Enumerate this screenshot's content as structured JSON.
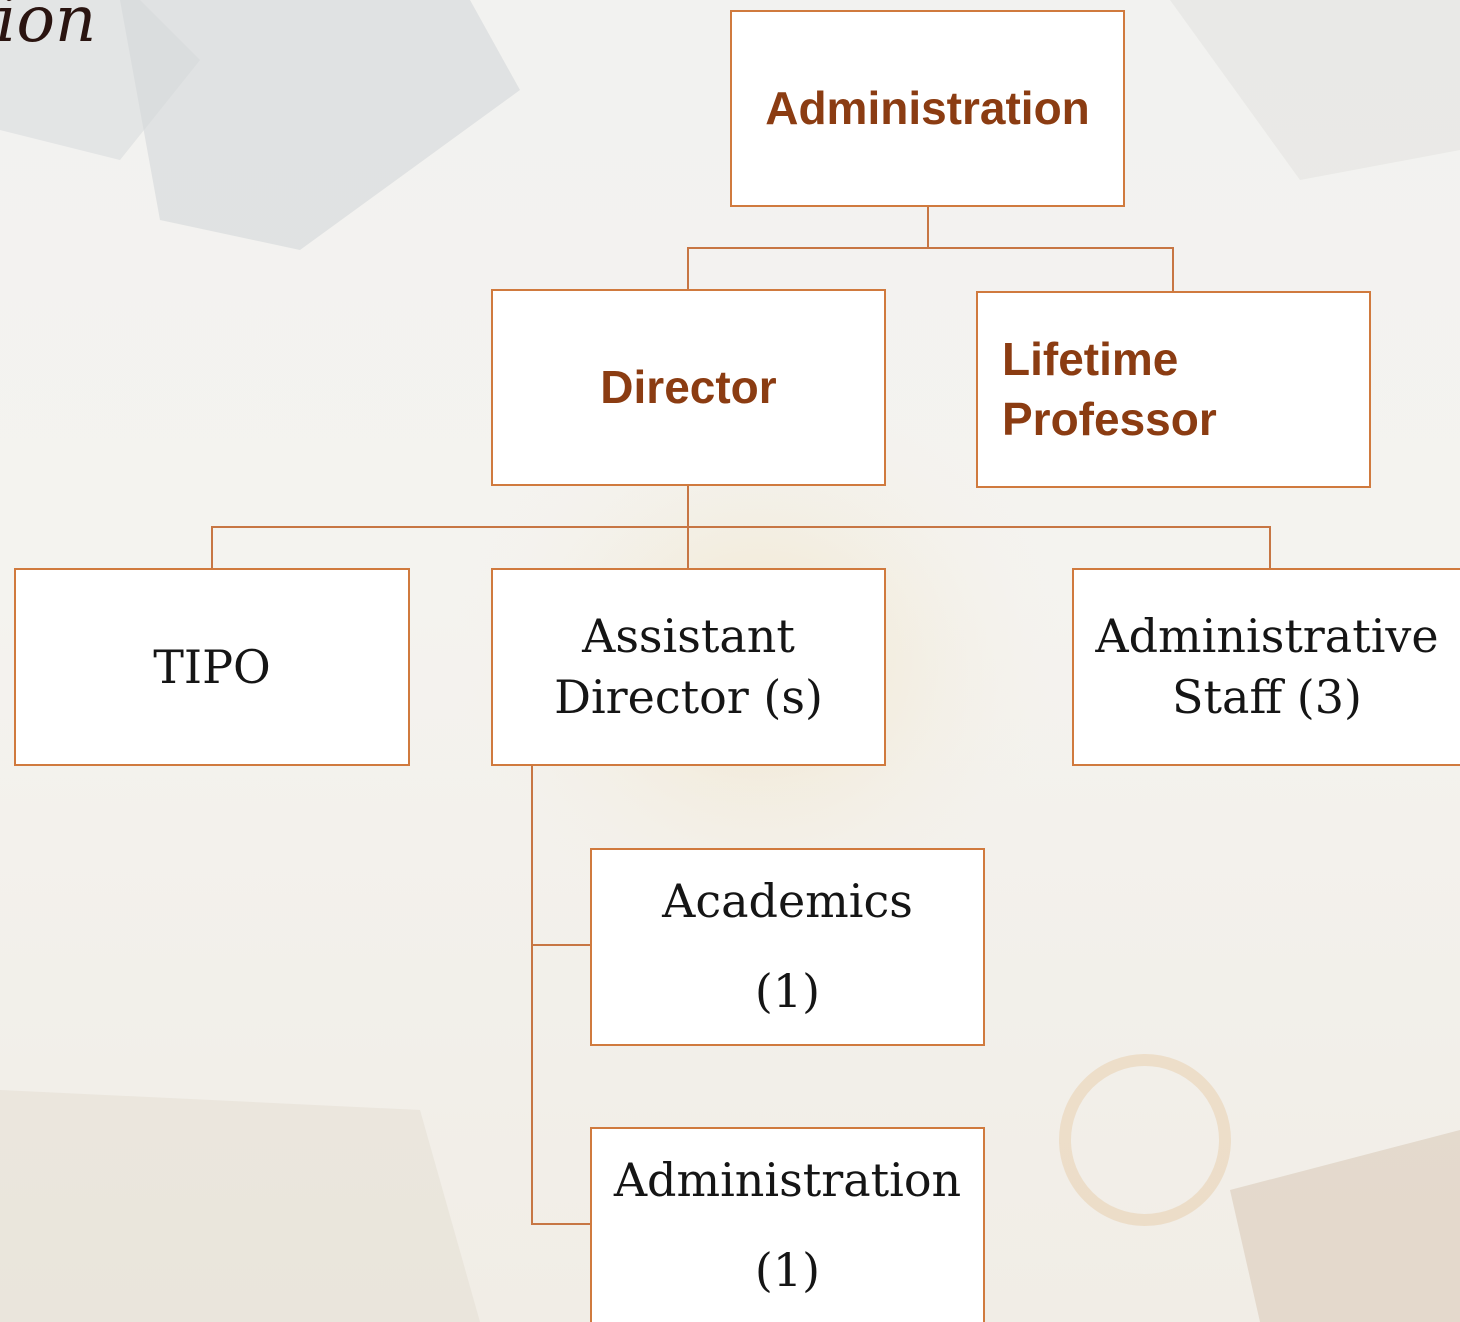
{
  "slide": {
    "title_fragment": "ion"
  },
  "diagram": {
    "type": "org-chart",
    "nodes": {
      "root": {
        "label": "Administration"
      },
      "director": {
        "label": "Director"
      },
      "lifetime_professor": {
        "label": "Lifetime\nProfessor"
      },
      "tipo": {
        "label": "TIPO"
      },
      "assistant_director": {
        "label": "Assistant\nDirector (s)"
      },
      "administrative_staff": {
        "label": "Administrative\nStaff (3)"
      },
      "academics": {
        "label": "Academics\n(1)"
      },
      "administration_sub": {
        "label": "Administration\n(1)"
      }
    },
    "edges": [
      [
        "root",
        "director"
      ],
      [
        "root",
        "lifetime_professor"
      ],
      [
        "director",
        "tipo"
      ],
      [
        "director",
        "assistant_director"
      ],
      [
        "director",
        "administrative_staff"
      ],
      [
        "assistant_director",
        "academics"
      ],
      [
        "assistant_director",
        "administration_sub"
      ]
    ],
    "colors": {
      "border": "#d07a3e",
      "connector": "#c77644",
      "bold_text": "#8b3c12",
      "serif_text": "#151515",
      "box_fill": "#ffffff"
    }
  }
}
